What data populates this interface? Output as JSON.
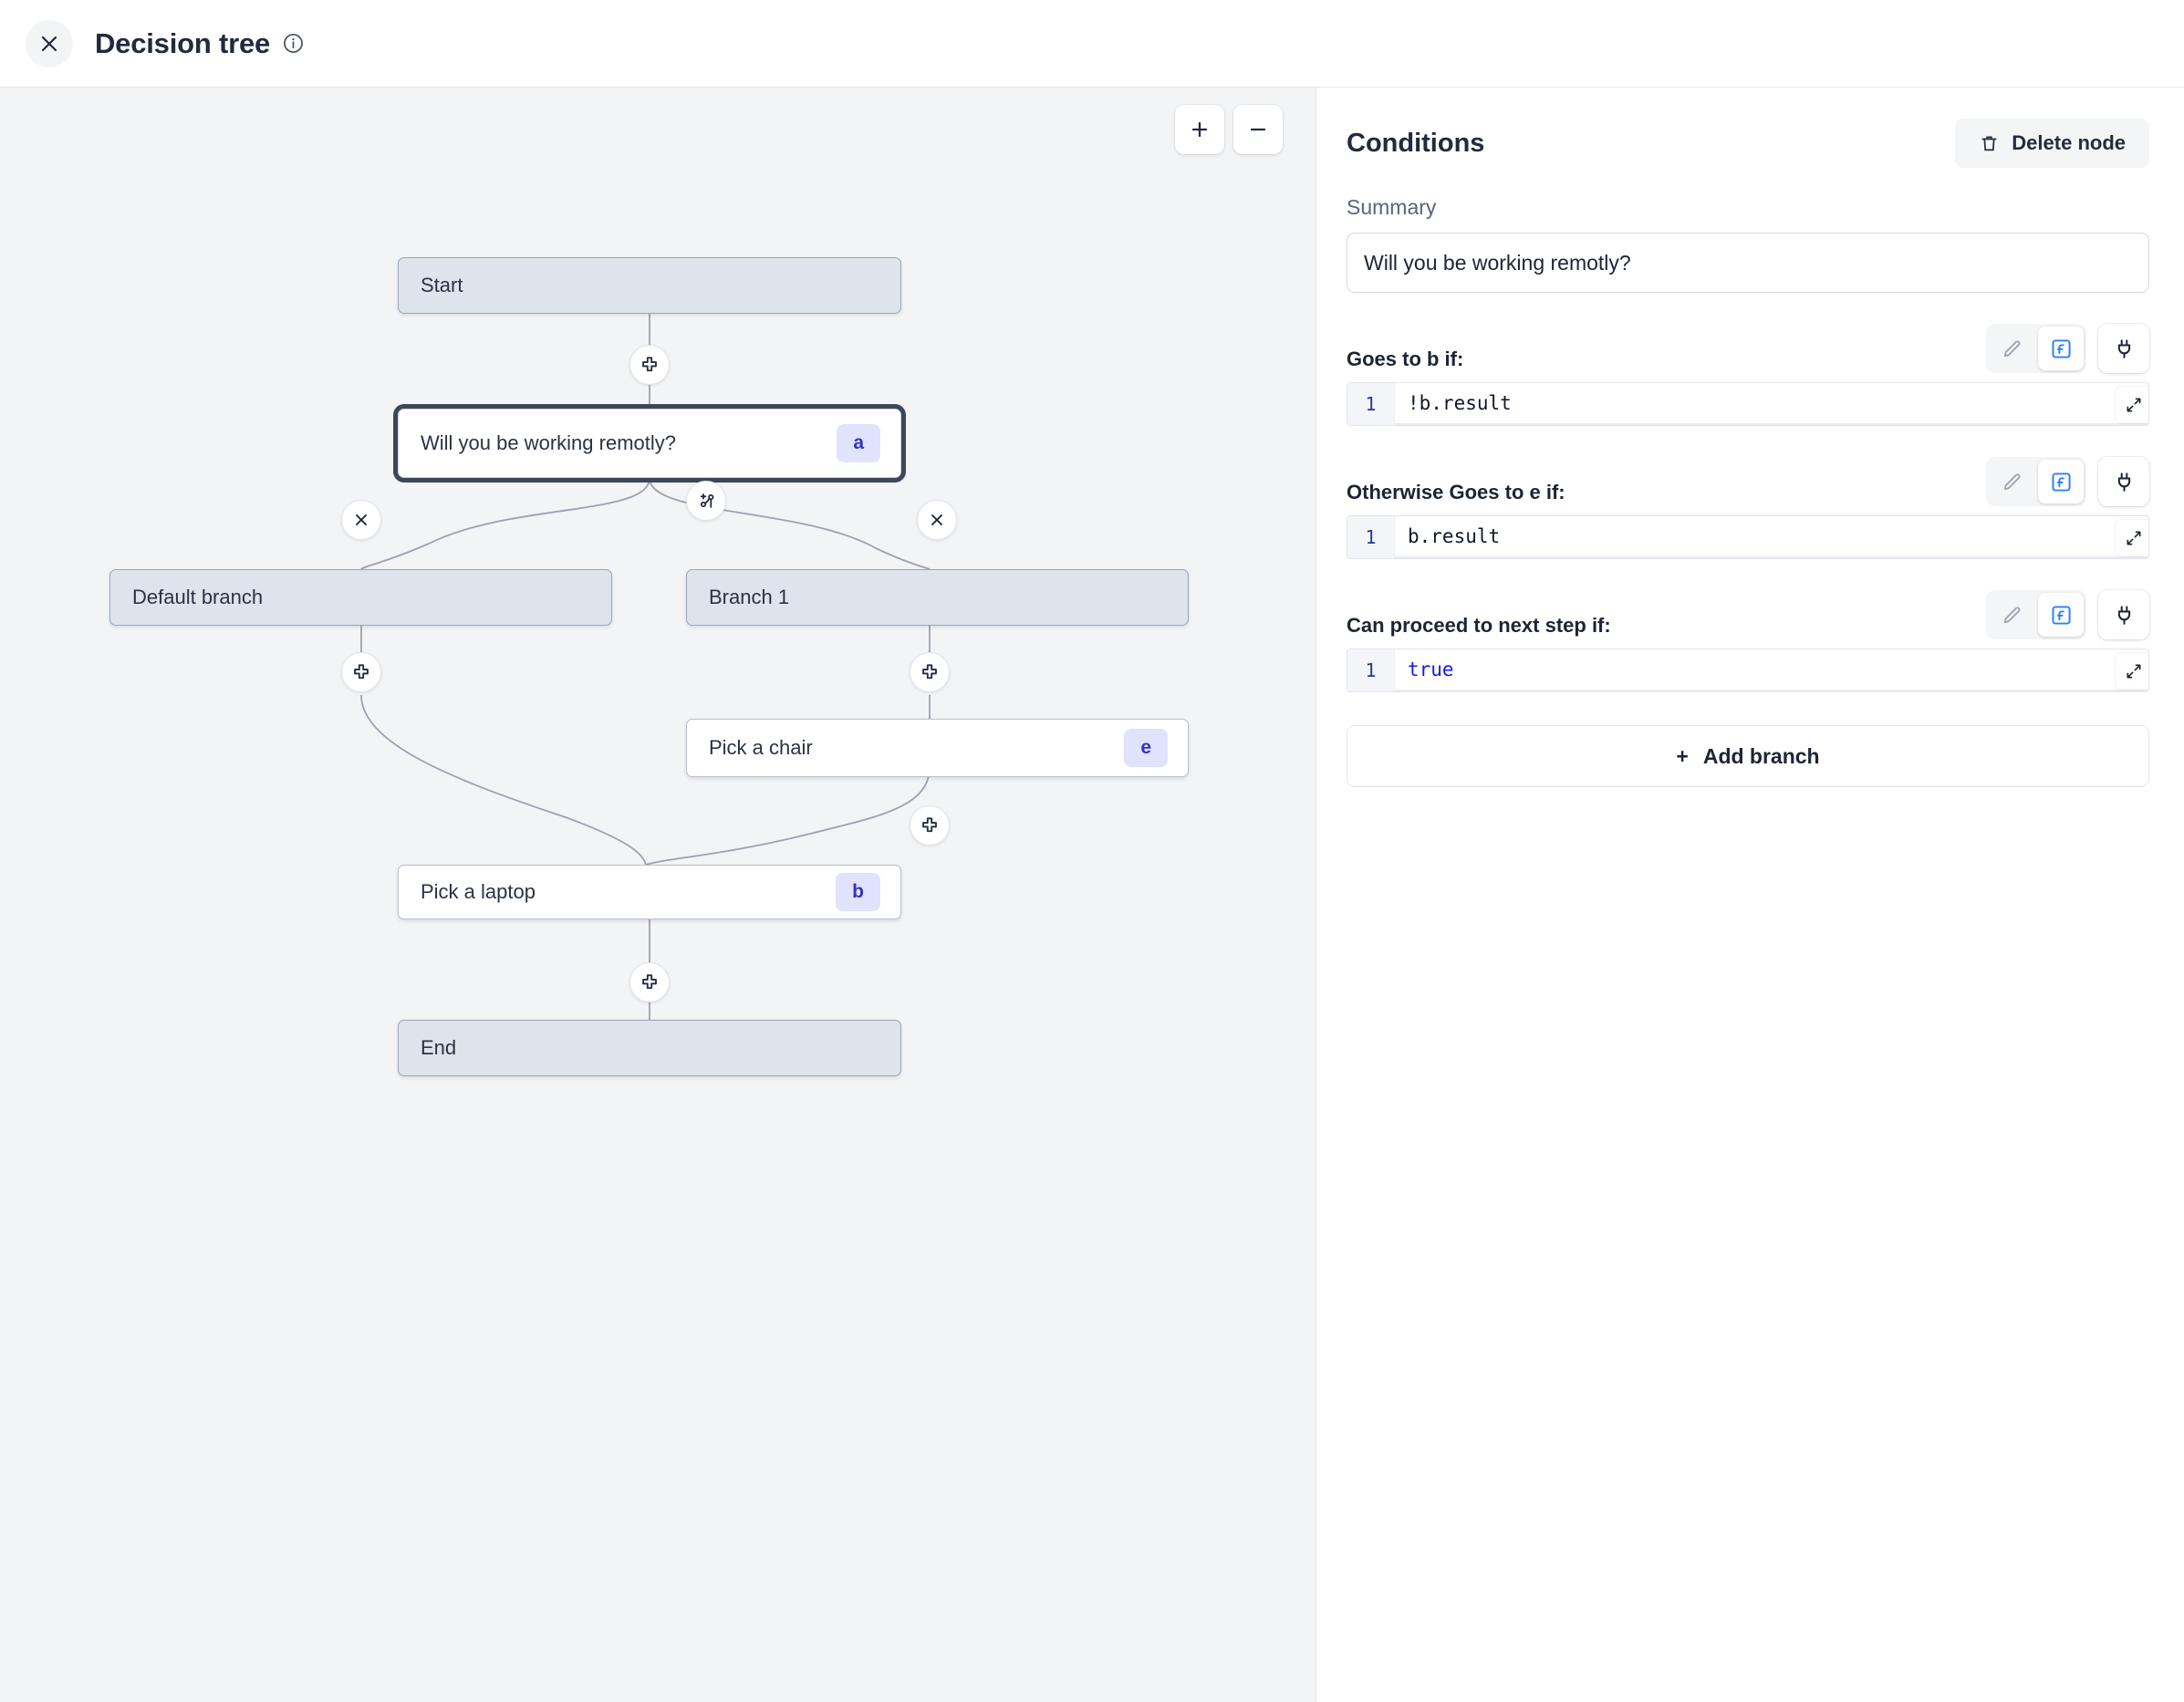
{
  "header": {
    "title": "Decision tree",
    "close_icon": "close-icon",
    "info_icon": "info-icon"
  },
  "canvas": {
    "zoom_in_label": "+",
    "zoom_out_label": "−",
    "nodes": [
      {
        "id": "start",
        "label": "Start",
        "badge": "",
        "kind": "terminal"
      },
      {
        "id": "a",
        "label": "Will you be working remotly?",
        "badge": "a",
        "kind": "step"
      },
      {
        "id": "def",
        "label": "Default branch",
        "badge": "",
        "kind": "branch"
      },
      {
        "id": "br1",
        "label": "Branch 1",
        "badge": "",
        "kind": "branch"
      },
      {
        "id": "e",
        "label": "Pick a chair",
        "badge": "e",
        "kind": "step"
      },
      {
        "id": "b",
        "label": "Pick a laptop",
        "badge": "b",
        "kind": "step"
      },
      {
        "id": "end",
        "label": "End",
        "badge": "",
        "kind": "terminal"
      }
    ],
    "handles": [
      {
        "name": "add-node-handle-start",
        "icon": "plus-icon"
      },
      {
        "name": "add-branch-handle",
        "icon": "git-branch-plus-icon"
      },
      {
        "name": "remove-branch-default",
        "icon": "close-icon"
      },
      {
        "name": "remove-branch-1",
        "icon": "close-icon"
      },
      {
        "name": "add-node-handle-default",
        "icon": "plus-icon"
      },
      {
        "name": "add-node-handle-branch1",
        "icon": "plus-icon"
      },
      {
        "name": "add-node-handle-chair",
        "icon": "plus-icon"
      },
      {
        "name": "add-node-handle-laptop",
        "icon": "plus-icon"
      }
    ]
  },
  "panel": {
    "title": "Conditions",
    "delete_label": "Delete node",
    "summary_label": "Summary",
    "summary_value": "Will you be working remotly?",
    "conditions": [
      {
        "label": "Goes to b if:",
        "line_no": "1",
        "code": "!b.result",
        "keyword": false
      },
      {
        "label": "Otherwise Goes to e if:",
        "line_no": "1",
        "code": "b.result",
        "keyword": false
      },
      {
        "label": "Can proceed to next step if:",
        "line_no": "1",
        "code": "true",
        "keyword": true
      }
    ],
    "add_branch_label": "Add branch",
    "add_branch_plus": "+",
    "editor_modes": {
      "pencil": "pencil-icon",
      "fx": "fx-icon",
      "plug": "plug-icon"
    }
  },
  "colors": {
    "canvas_bg": "#f3f4f6",
    "node_fill": "#dde4eb",
    "badge_bg": "#e0e3fb",
    "badge_fg": "#3730c4",
    "accent_blue": "#2b7fff",
    "selected_border": "#3e4759"
  }
}
